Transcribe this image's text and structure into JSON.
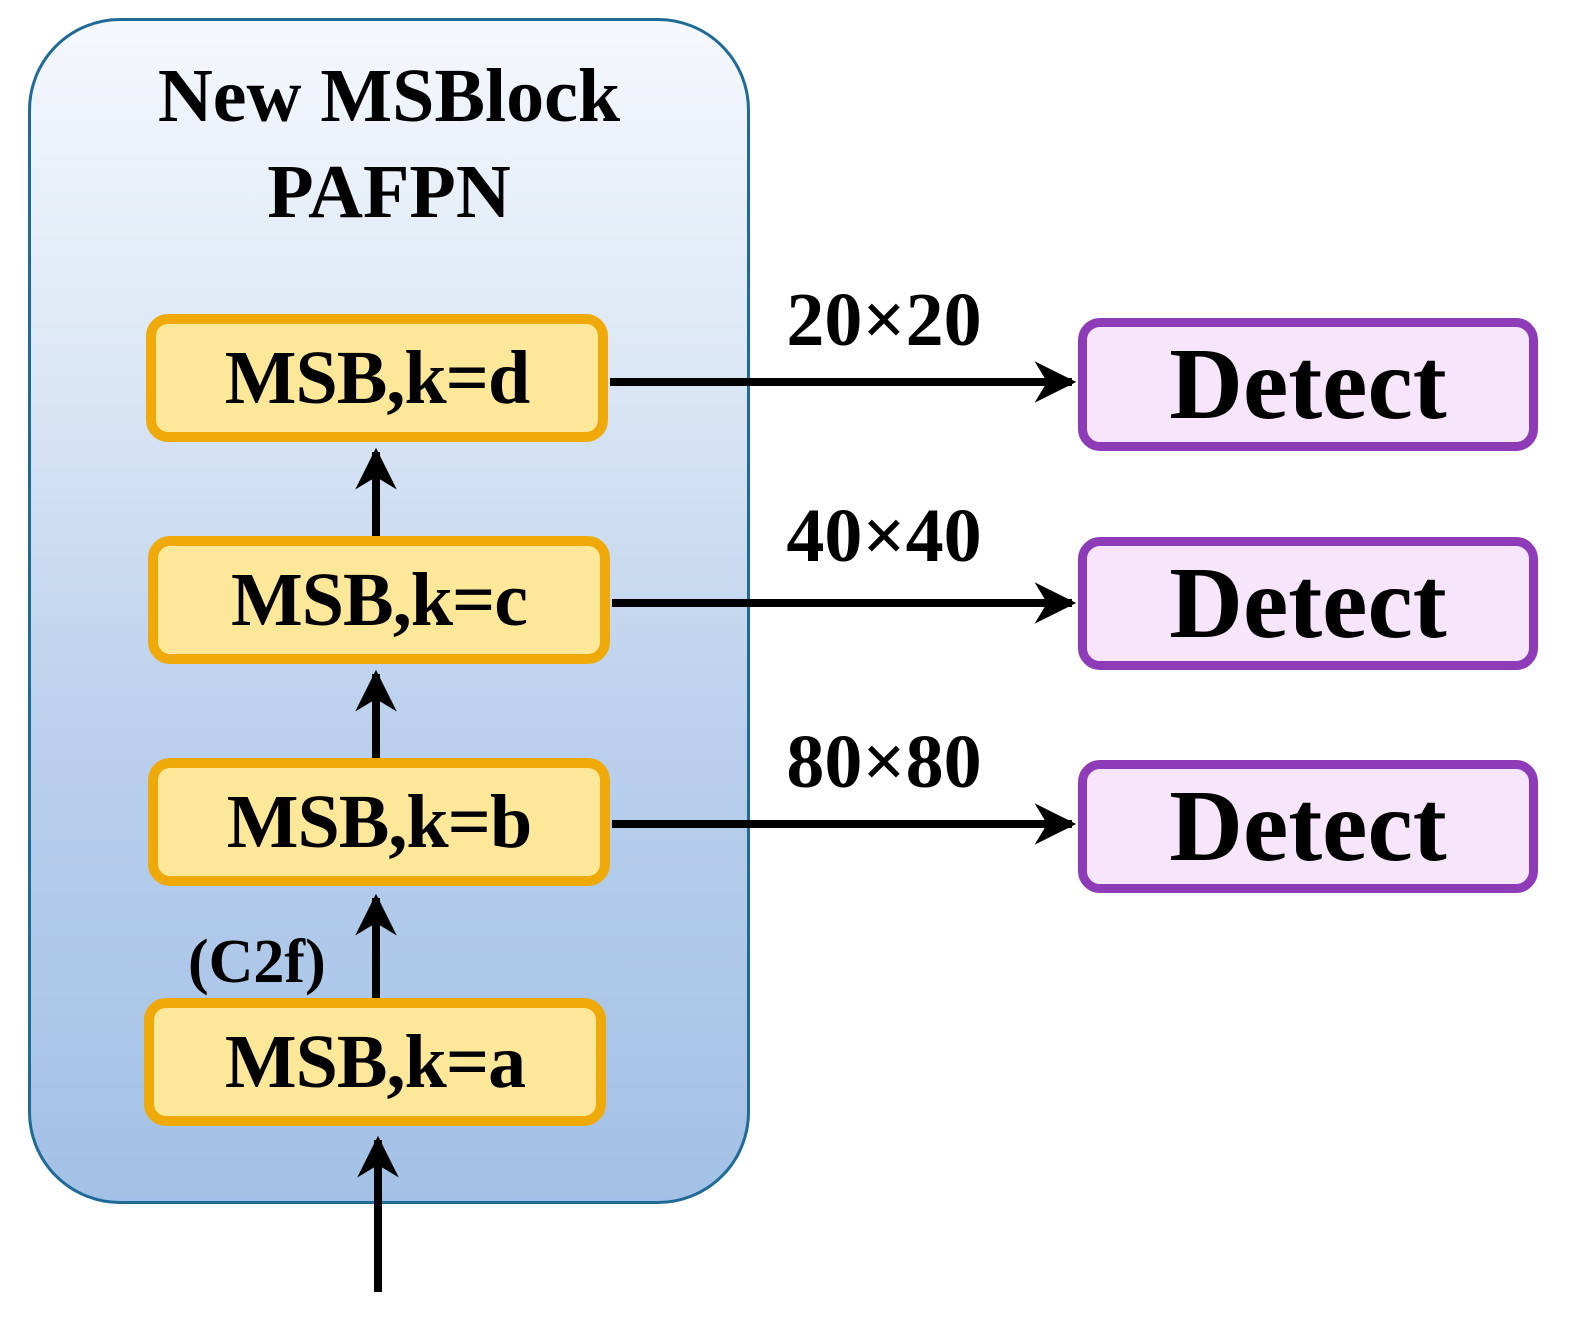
{
  "panel": {
    "title_line1": "New MSBlock",
    "title_line2": "PAFPN"
  },
  "blocks": [
    {
      "label": "MSB,k=a"
    },
    {
      "label": "MSB,k=b"
    },
    {
      "label": "MSB,k=c"
    },
    {
      "label": "MSB,k=d"
    }
  ],
  "c2f_label": "(C2f)",
  "outputs": [
    {
      "size": "20×20",
      "head": "Detect"
    },
    {
      "size": "40×40",
      "head": "Detect"
    },
    {
      "size": "80×80",
      "head": "Detect"
    }
  ],
  "colors": {
    "panel_border": "#1f6a97",
    "panel_fill_top": "#f5f8fd",
    "panel_fill_bottom": "#a3c1e6",
    "block_fill": "#fde89a",
    "block_border": "#efaa09",
    "detect_fill": "#f7e6fb",
    "detect_border": "#8e3bb8",
    "arrow": "#000000"
  }
}
